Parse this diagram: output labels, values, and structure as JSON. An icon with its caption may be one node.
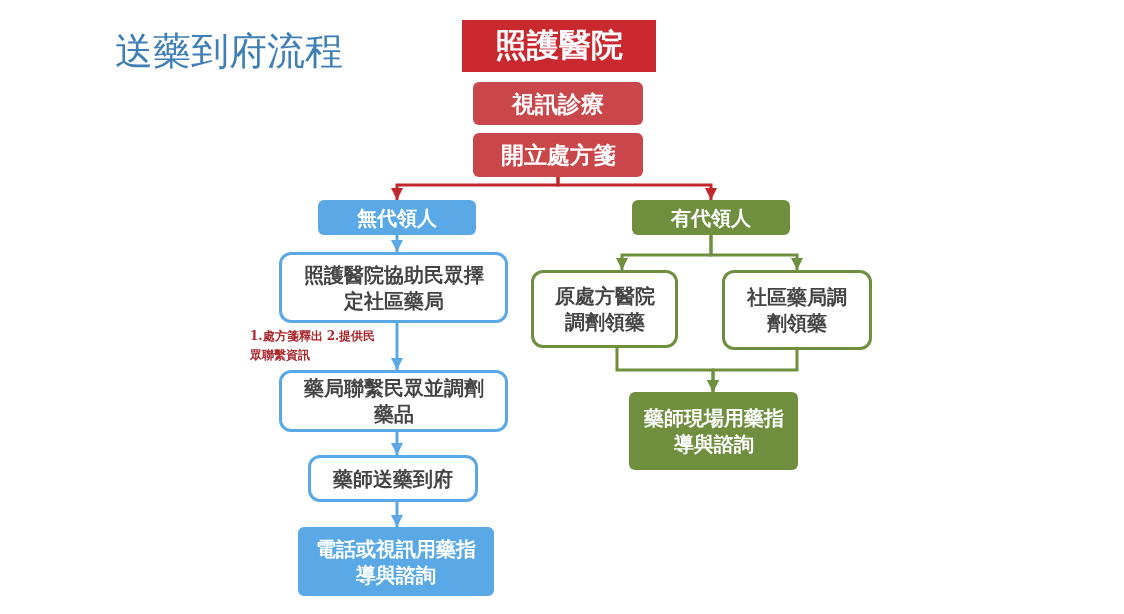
{
  "diagram": {
    "title": "送藥到府流程",
    "nodes": [
      {
        "text": [
          "照護醫院"
        ]
      },
      {
        "text": [
          "視訊診療"
        ]
      },
      {
        "text": [
          "開立處方箋"
        ]
      },
      {
        "text": [
          "無代領人"
        ]
      },
      {
        "text": [
          "有代領人"
        ]
      },
      {
        "text": [
          "照護醫院協助民眾擇定社區藥局"
        ]
      },
      {
        "text": [
          "藥局聯繫民眾並調劑藥品"
        ]
      },
      {
        "text": [
          "藥師送藥到府"
        ]
      },
      {
        "text": [
          "電話或視訊用藥指導與諮詢"
        ]
      },
      {
        "text": [
          "原處方醫院調劑領藥"
        ]
      },
      {
        "text": [
          "社區藥局調劑領藥"
        ]
      },
      {
        "text": [
          "藥師現場用藥指導與諮詢"
        ]
      }
    ],
    "edges": [
      {
        "from": 2,
        "to": 3,
        "arrow": "to",
        "color": "#c0282e"
      },
      {
        "from": 2,
        "to": 4,
        "arrow": "to",
        "color": "#c0282e"
      },
      {
        "from": 3,
        "to": 5,
        "arrow": "to",
        "color": "#5aa9e6"
      },
      {
        "from": 5,
        "to": 6,
        "arrow": "to",
        "color": "#5aa9e6",
        "label": "1.處方箋釋出 2.提供民眾聯繫資訊"
      },
      {
        "from": 6,
        "to": 7,
        "arrow": "to",
        "color": "#5aa9e6"
      },
      {
        "from": 7,
        "to": 8,
        "arrow": "to",
        "color": "#5aa9e6"
      },
      {
        "from": 4,
        "to": 9,
        "arrow": "to",
        "color": "#6f8f3f"
      },
      {
        "from": 4,
        "to": 10,
        "arrow": "to",
        "color": "#6f8f3f"
      },
      {
        "from": 9,
        "to": 11,
        "arrow": "to",
        "color": "#6f8f3f"
      },
      {
        "from": 10,
        "to": 11,
        "arrow": "to",
        "color": "#6f8f3f"
      }
    ]
  }
}
